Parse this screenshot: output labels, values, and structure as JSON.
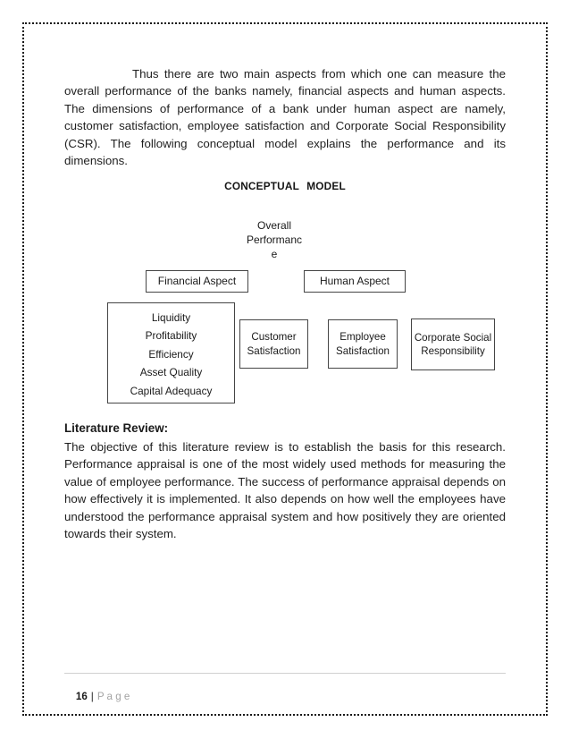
{
  "document": {
    "paragraph_intro": "Thus there are two main aspects from which one can measure the overall performance of the banks namely, financial aspects and human aspects. The dimensions of performance of a bank under human aspect are namely, customer satisfaction, employee satisfaction and Corporate Social Responsibility (CSR). The following conceptual model explains the performance and its dimensions.",
    "literature_heading": "Literature Review:",
    "paragraph_literature": "The objective of this literature review is to establish the basis for this research. Performance appraisal is one of the most widely used methods for measuring the value of employee performance. The success of performance appraisal depends on how effectively it is implemented. It also depends on how well the employees have understood the performance appraisal system and how positively they are oriented towards their system."
  },
  "diagram": {
    "title": "CONCEPTUAL MODEL",
    "overall_lines": [
      "Overall",
      "Performanc",
      "e"
    ],
    "financial_aspect_label": "Financial Aspect",
    "human_aspect_label": "Human Aspect",
    "financial_dimensions": [
      "Liquidity",
      "Profitability",
      "Efficiency",
      "Asset Quality",
      "Capital Adequacy"
    ],
    "customer_label": "Customer Satisfaction",
    "employee_label": "Employee Satisfaction",
    "csr_label": "Corporate Social Responsibility"
  },
  "footer": {
    "page_number": "16",
    "separator": "|",
    "page_word": "P a g e"
  },
  "colors": {
    "text": "#1f1f1f",
    "muted_gray": "#a3a3a3",
    "page_border": "#171717",
    "box_border": "#454545",
    "footer_rule": "#d0d0d0",
    "background": "#ffffff"
  }
}
